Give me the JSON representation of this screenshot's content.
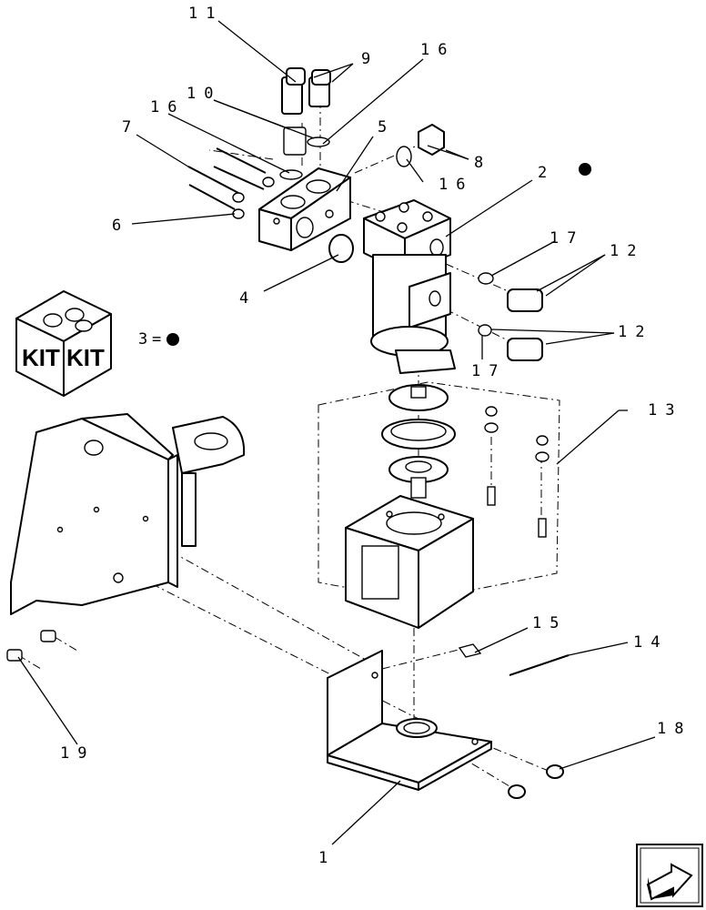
{
  "diagram": {
    "callouts": {
      "c1": "1",
      "c2": "2",
      "c3": "3",
      "c4": "4",
      "c5": "5",
      "c6": "6",
      "c7": "7",
      "c8": "8",
      "c9": "9",
      "c10": "10",
      "c11": "11",
      "c12a": "12",
      "c12b": "12",
      "c13": "13",
      "c14": "14",
      "c15": "15",
      "c16a": "16",
      "c16b": "16",
      "c16c": "16",
      "c17a": "17",
      "c17b": "17",
      "c18": "18",
      "c19": "19"
    },
    "kit_legend": {
      "equals": "=",
      "kit_left": "KIT",
      "kit_right": "KIT"
    }
  }
}
